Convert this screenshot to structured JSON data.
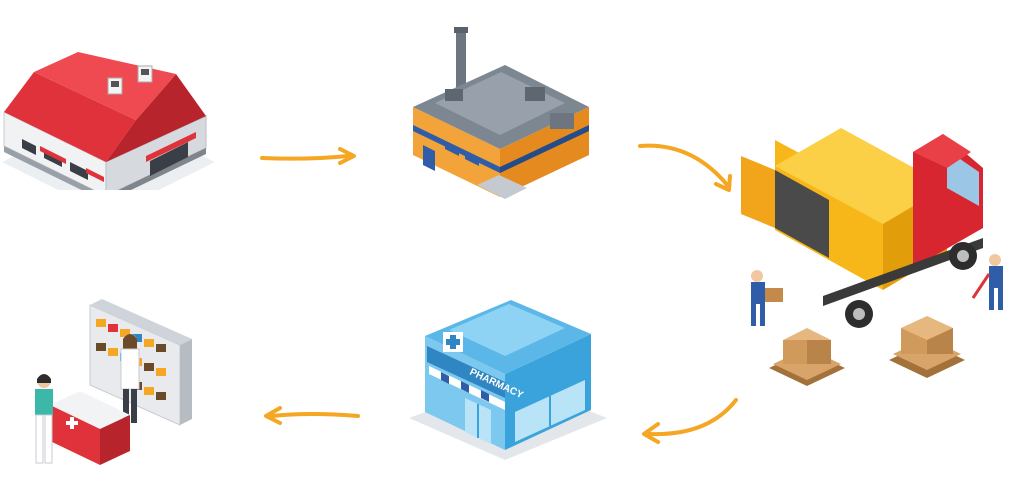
{
  "diagram": {
    "kind": "supply-chain-cycle",
    "nodes": [
      {
        "id": "warehouse",
        "icon": "warehouse-icon"
      },
      {
        "id": "factory",
        "icon": "factory-icon"
      },
      {
        "id": "truck",
        "icon": "delivery-truck-icon"
      },
      {
        "id": "pharmacy",
        "icon": "pharmacy-store-icon",
        "sign": "PHARMACY"
      },
      {
        "id": "counter",
        "icon": "pharmacy-counter-icon"
      }
    ],
    "edges": [
      {
        "from": "warehouse",
        "to": "factory"
      },
      {
        "from": "factory",
        "to": "truck"
      },
      {
        "from": "truck",
        "to": "pharmacy"
      },
      {
        "from": "pharmacy",
        "to": "counter"
      }
    ],
    "colors": {
      "arrow": "#F5A623",
      "roof_red": "#E0323B",
      "truck_yellow": "#F7B718",
      "truck_cab": "#D7262F",
      "pharmacy_blue": "#3BA3DC",
      "factory_orange": "#F2A33A",
      "factory_gray": "#7D8792"
    }
  }
}
